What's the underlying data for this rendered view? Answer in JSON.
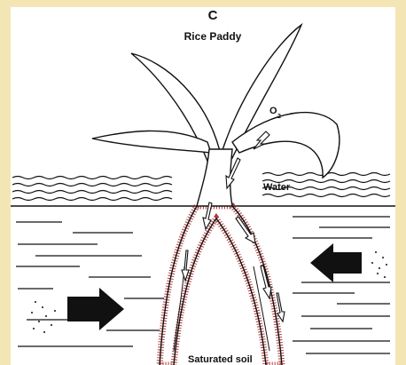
{
  "panel_letter": "C",
  "title": "Rice Paddy",
  "labels": {
    "oxygen": "O",
    "oxygen_subscript": "2",
    "water": "Water",
    "soil": "Saturated soil"
  },
  "colors": {
    "frame": "#f3e6b4",
    "paper": "#ffffff",
    "ink": "#111111",
    "root_hairs": "#b03a3a"
  },
  "icons": {
    "arrow_left": "solid-arrow-pointing-left",
    "arrow_right": "solid-arrow-pointing-right"
  }
}
